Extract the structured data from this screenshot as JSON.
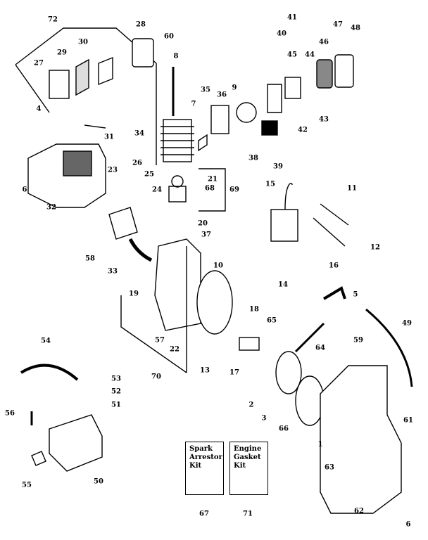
{
  "diagram": {
    "callouts": [
      "72",
      "28",
      "30",
      "29",
      "27",
      "60",
      "8",
      "41",
      "40",
      "47",
      "48",
      "46",
      "45",
      "44",
      "4",
      "7",
      "35",
      "36",
      "9",
      "34",
      "31",
      "43",
      "42",
      "38",
      "39",
      "6",
      "32",
      "23",
      "26",
      "25",
      "24",
      "21",
      "68",
      "69",
      "15",
      "11",
      "20",
      "37",
      "12",
      "58",
      "33",
      "19",
      "10",
      "14",
      "16",
      "5",
      "57",
      "22",
      "18",
      "65",
      "64",
      "49",
      "59",
      "70",
      "13",
      "17",
      "54",
      "53",
      "52",
      "51",
      "2",
      "3",
      "66",
      "1",
      "61",
      "56",
      "50",
      "55",
      "63",
      "62",
      "6",
      "67",
      "71"
    ],
    "kits": [
      {
        "lines": [
          "Spark",
          "Arrestor",
          "Kit"
        ]
      },
      {
        "lines": [
          "Engine",
          "Gasket",
          "Kit"
        ]
      }
    ]
  }
}
